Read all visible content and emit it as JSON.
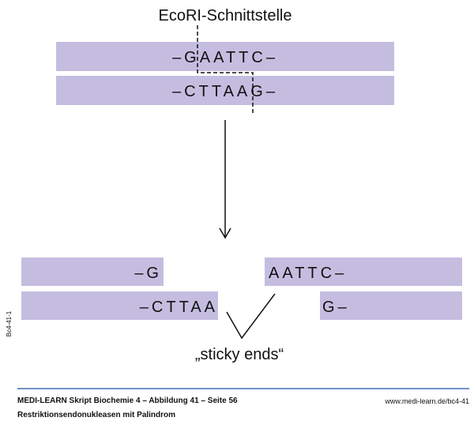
{
  "title": "EcoRI-Schnittstelle",
  "before": {
    "top_strand": "–GAATTC–",
    "bottom_strand": "–CTTAAG–"
  },
  "after": {
    "left_top": "–G",
    "left_bottom": "–CTTAA",
    "right_top": "AATTC–",
    "right_bottom": "G–"
  },
  "sticky_label": "„sticky ends“",
  "side_code": "Bc4-41-1",
  "footer": {
    "line1": "MEDI-LEARN Skript Biochemie 4 – Abbildung 41 – Seite 56",
    "line2": "Restriktionsendonukleasen mit Palindrom",
    "url": "www.medi-learn.de/bc4-41"
  },
  "colors": {
    "strand": "#c5bde0",
    "rule": "#3b6fb5"
  }
}
